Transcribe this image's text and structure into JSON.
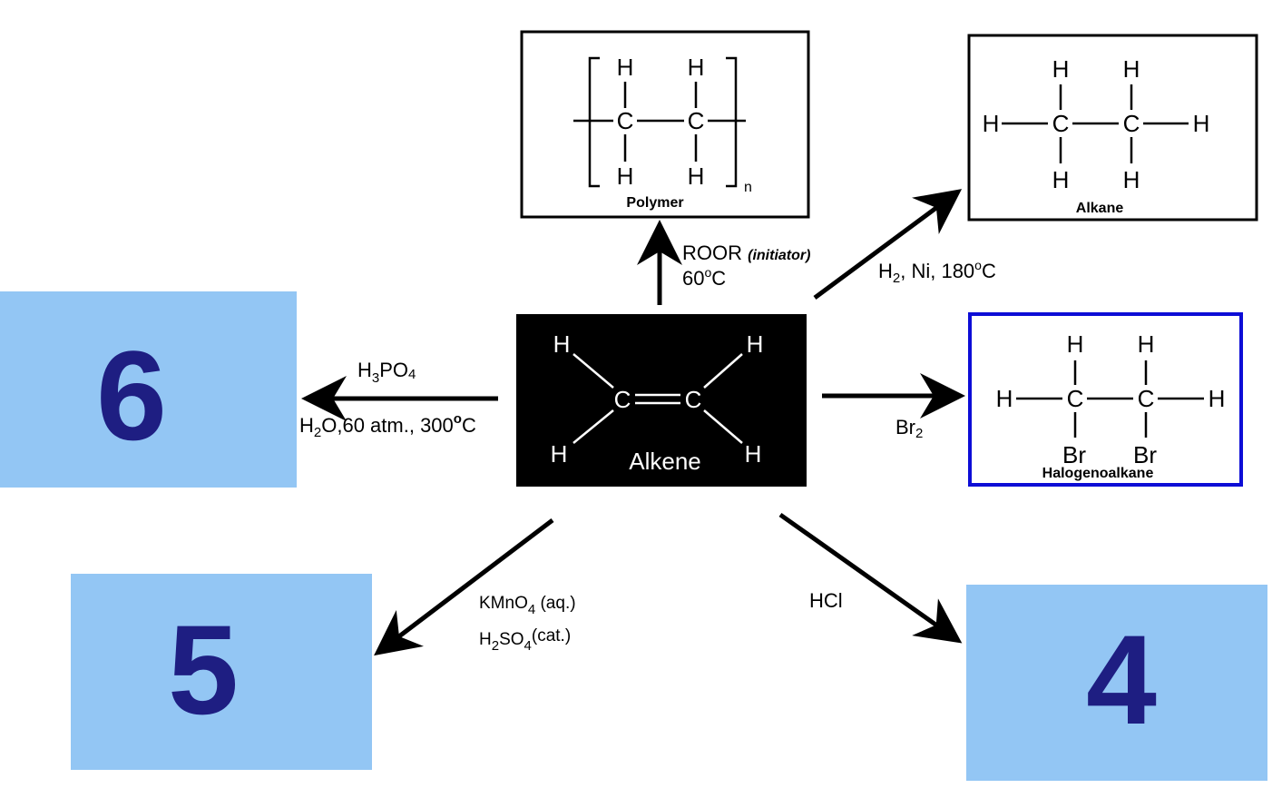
{
  "center": {
    "label": "Alkene",
    "atoms": {
      "c": "C",
      "h": "H"
    }
  },
  "polymer": {
    "caption": "Polymer",
    "subscript": "n",
    "conditions": {
      "line1_main": "ROOR",
      "line1_note": "(initiator)",
      "line2": "60",
      "line2_sup": "o",
      "line2_tail": "C"
    }
  },
  "alkane": {
    "caption": "Alkane",
    "conditions": {
      "h": "H",
      "h_sub": "2",
      "rest": ", Ni, 180",
      "sup": "o",
      "tail": "C"
    }
  },
  "halogenoalkane": {
    "caption": "Halogenoalkane",
    "br": "Br",
    "conditions": {
      "main": "Br",
      "sub": "2"
    }
  },
  "hydration": {
    "line1_a": "H",
    "line1_sub": "3",
    "line1_b": "PO",
    "line1_sub2": "4",
    "line2_a": "H",
    "line2_sub": "2",
    "line2_b": "O",
    "line2_rest": ",60 atm., 300",
    "line2_sup": "o",
    "line2_tail": "C"
  },
  "oxidation": {
    "line1_a": "KMnO",
    "line1_sub": "4",
    "line1_rest": " (aq.)",
    "line2_a": "H",
    "line2_sub": "2",
    "line2_b": "SO",
    "line2_sub2": "4",
    "line2_rest": "(cat.)"
  },
  "hcl": {
    "label": "HCl"
  },
  "boxes": {
    "box6": "6",
    "box5": "5",
    "box4": "4"
  },
  "colors": {
    "answer_box": "#93c6f4",
    "number": "#1e1e82",
    "halogeno_border": "#0d0dd6",
    "center_bg": "#000000"
  }
}
